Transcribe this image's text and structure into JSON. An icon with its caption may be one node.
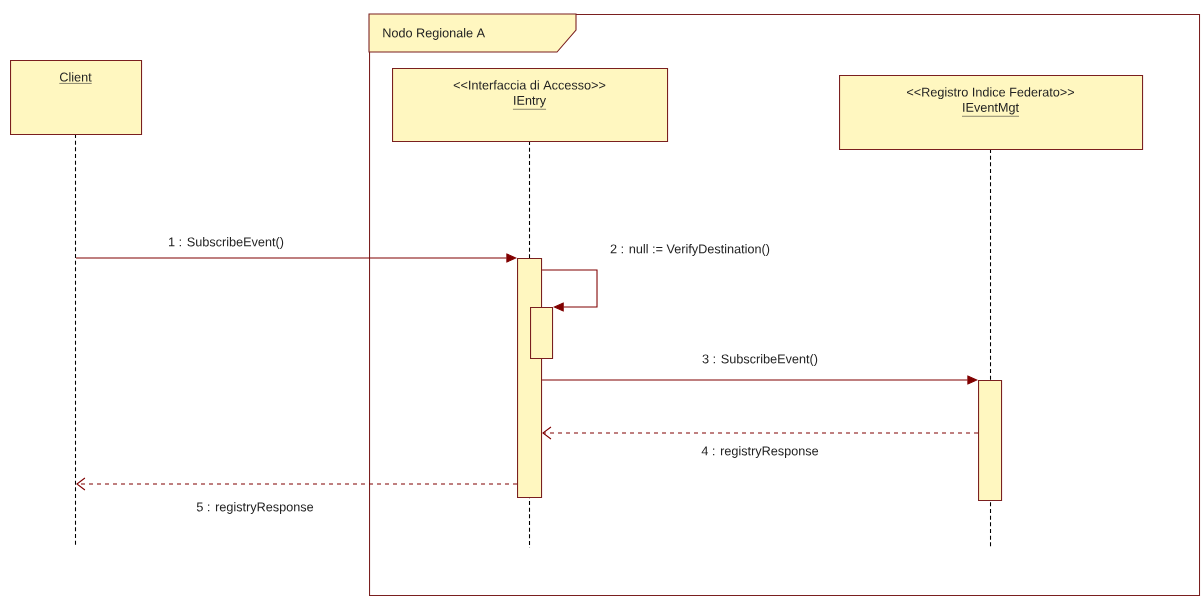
{
  "diagram": {
    "nodes": [
      {
        "text": [
          "Nodo Regionale A"
        ]
      },
      {
        "text": [
          "Client"
        ]
      },
      {
        "text": [
          "<<Interfaccia di Accesso>>",
          "IEntry"
        ],
        "in": 0
      },
      {
        "text": [
          "<<Registro Indice Federato>>",
          "IEventMgt"
        ],
        "in": 0
      },
      {
        "text": [],
        "shape": "bar",
        "in": 0
      },
      {
        "text": [],
        "shape": "bar",
        "in": 0
      },
      {
        "text": [],
        "shape": "bar",
        "in": 0
      }
    ],
    "edges": [
      {
        "from": 1,
        "to": 4,
        "arrow": "to",
        "label": "1 : SubscribeEvent()"
      },
      {
        "from": 4,
        "to": 5,
        "arrow": "to",
        "label": "2 : null := VerifyDestination()"
      },
      {
        "from": 4,
        "to": 6,
        "arrow": "to",
        "label": "3 : SubscribeEvent()"
      },
      {
        "from": 6,
        "to": 4,
        "arrow": "to",
        "label": "4 : registryResponse",
        "style": "dashed"
      },
      {
        "from": 4,
        "to": 1,
        "arrow": "to",
        "label": "5 : registryResponse",
        "style": "dashed"
      }
    ]
  }
}
